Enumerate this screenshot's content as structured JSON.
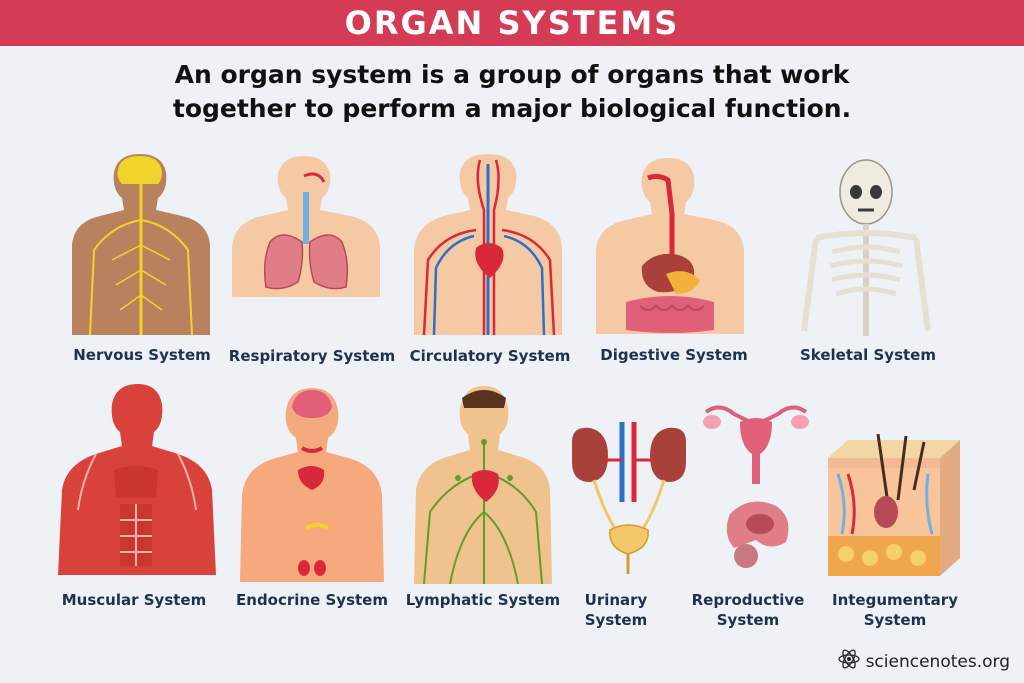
{
  "header": {
    "title": "ORGAN SYSTEMS"
  },
  "intro": {
    "line1": "An organ system is a group of organs that work",
    "line2": "together to perform a major biological function."
  },
  "systems": [
    {
      "label": "Nervous System"
    },
    {
      "label": "Respiratory System"
    },
    {
      "label": "Circulatory System"
    },
    {
      "label": "Digestive System"
    },
    {
      "label": "Skeletal System"
    },
    {
      "label": "Muscular System"
    },
    {
      "label": "Endocrine System"
    },
    {
      "label": "Lymphatic System"
    },
    {
      "label_line1": "Urinary",
      "label_line2": "System"
    },
    {
      "label_line1": "Reproductive",
      "label_line2": "System"
    },
    {
      "label_line1": "Integumentary",
      "label_line2": "System"
    }
  ],
  "credit": {
    "text": "sciencenotes.org"
  },
  "colors": {
    "banner": "#d43c56",
    "background": "#eef1f5",
    "label_text": "#1e3250",
    "skin": "#f6c9a5",
    "muscle": "#d9423a",
    "nerve": "#f1d42a",
    "vein": "#2f6fc6",
    "artery": "#d8283a",
    "lymph": "#5f9e2e"
  },
  "icons": [
    "atom-icon"
  ]
}
